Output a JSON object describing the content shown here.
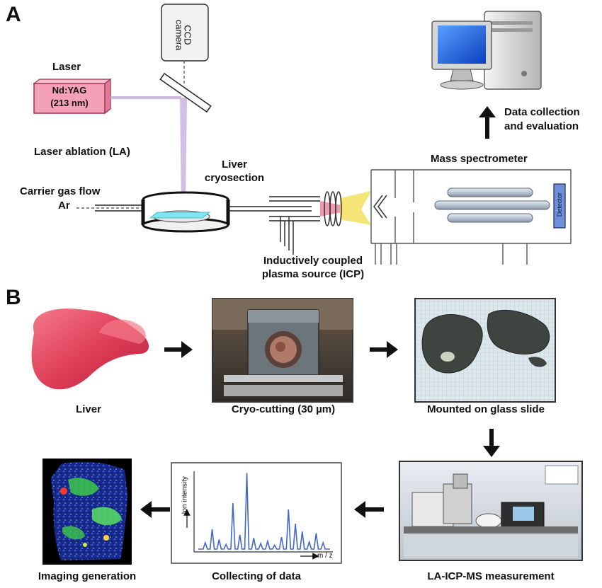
{
  "panels": {
    "a": "A",
    "b": "B"
  },
  "panel_a": {
    "laser_label": "Laser",
    "laser_box_line1": "Nd:YAG",
    "laser_box_line2": "(213 nm)",
    "ccd_line1": "CCD",
    "ccd_line2": "camera",
    "laser_ablation": "Laser ablation (LA)",
    "carrier_line1": "Carrier gas flow",
    "carrier_line2": "Ar",
    "liver_cryosection_line1": "Liver",
    "liver_cryosection_line2": "cryosection",
    "icp_line1": "Inductively coupled",
    "icp_line2": "plasma source (ICP)",
    "mass_spectrometer": "Mass spectrometer",
    "detector": "Detector",
    "data_collection_line1": "Data collection",
    "data_collection_line2": "and evaluation"
  },
  "panel_b": {
    "liver": "Liver",
    "cryo_cutting": "Cryo-cutting (30 µm)",
    "mounted": "Mounted on glass slide",
    "la_icp_ms": "LA-ICP-MS measurement",
    "collecting": "Collecting of data",
    "imaging": "Imaging generation",
    "spectrum_y_axis": "Ion intensity",
    "spectrum_x_axis": "m / z"
  },
  "colors": {
    "laser_pink": "#f4a0b8",
    "beam": "#cdb8e0",
    "liver_red": "#e0405a",
    "cryo_cyan": "#7fe6f0",
    "spectrum_blue": "#4466cc",
    "detector_blue": "#6f8fd8",
    "plasma_pink": "#f09ab0",
    "plasma_yellow": "#f4e26a"
  },
  "spectrum_peaks": [
    0.08,
    0.25,
    0.12,
    0.06,
    0.58,
    0.18,
    0.96,
    0.14,
    0.07,
    0.1,
    0.05,
    0.15,
    0.5,
    0.32,
    0.22,
    0.09,
    0.2,
    0.08
  ]
}
